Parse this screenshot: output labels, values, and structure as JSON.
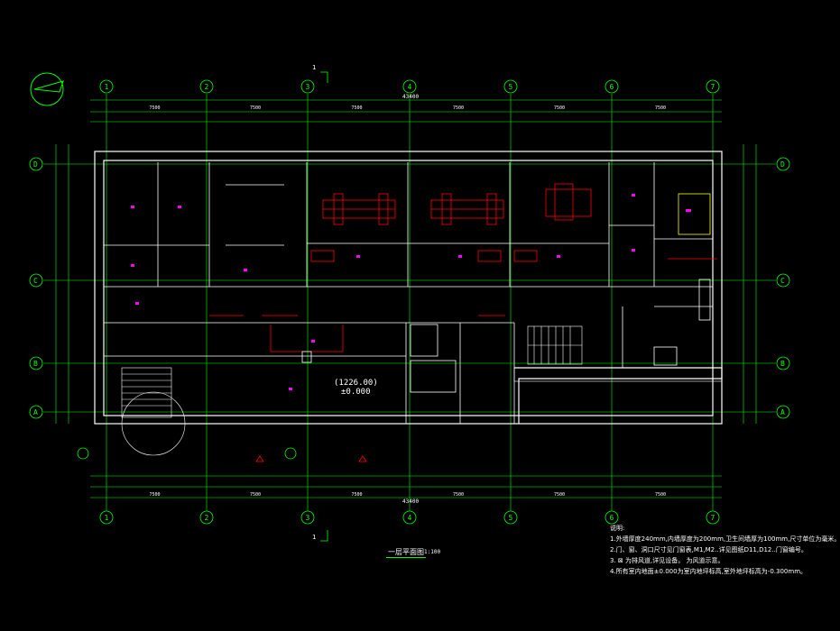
{
  "drawing": {
    "sheet_title": "一层平面图",
    "scale": "1:100",
    "section_mark": "1",
    "axes_columns": [
      "1",
      "2",
      "3",
      "4",
      "5",
      "6",
      "7"
    ],
    "axes_rows": [
      "D",
      "C",
      "B",
      "A"
    ],
    "overall_width": "43400",
    "bay_dims": [
      "7500",
      "7500",
      "7500",
      "7500",
      "7500",
      "7500"
    ],
    "elevation": {
      "label": "(1226.00)",
      "value": "±0.000"
    },
    "notes": {
      "title": "说明:",
      "lines": [
        "1.外墙厚度240mm,内墙厚度为200mm,卫生间墙厚为100mm,尺寸单位为毫米。",
        "2.门、窗、洞口尺寸见门窗表,M1,M2..详见图纸D11,D12..门窗编号。",
        "3.  ⊠ 为排风道,详见设备。  为风道示意。",
        "4.所有室内地面±0.000为室内地坪标高,室外地坪标高为-0.300mm。"
      ]
    },
    "colors": {
      "axis": "#00ff00",
      "wall": "#ffffff",
      "room": "#ff00ff",
      "equipment": "#ff0000",
      "dim": "#00ff00",
      "stair": "#ffffff",
      "accent": "#ffff00"
    }
  }
}
